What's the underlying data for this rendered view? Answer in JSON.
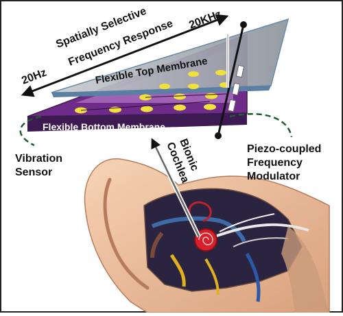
{
  "labels": {
    "freq_high": "20KHz",
    "freq_low": "20Hz",
    "freq_title_line1": "Spatially Selective",
    "freq_title_line2": "Frequency Response",
    "top_membrane": "Flexible Top Membrane",
    "bottom_membrane": "Flexible Bottom Membrane",
    "vibration_line1": "Vibration",
    "vibration_line2": "Sensor",
    "bionic_line1": "Bionic",
    "bionic_line2": "Cochlea",
    "piezo_line1": "Piezo-coupled",
    "piezo_line2": "Frequency",
    "piezo_line3": "Modulator"
  },
  "colors": {
    "top_membrane": "#a6acb3",
    "top_membrane_edge": "#5b7fa3",
    "bottom_membrane": "#6e2b8a",
    "bottom_membrane_light": "#c98fd8",
    "sensor_dot": "#f0e23a",
    "dashed_line": "#1f5c2e",
    "skin": "#efc3a0",
    "text": "#111111"
  }
}
